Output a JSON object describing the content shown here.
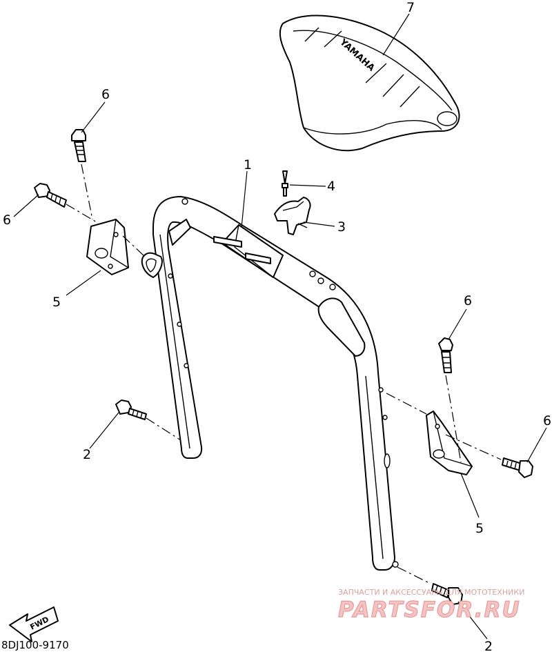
{
  "diagram_code": "8DJ100-9170",
  "seat_brand": "YAMAHA",
  "fwd_label": "FWD",
  "watermark": {
    "subtitle": "ЗАПЧАСТИ И АКСЕССУАРЫ ДЛЯ МОТОТЕХНИКИ",
    "brand": "PARTSFOR.RU"
  },
  "callouts": {
    "c1": "1",
    "c2_left": "2",
    "c2_right": "2",
    "c3": "3",
    "c4": "4",
    "c5_left": "5",
    "c5_right": "5",
    "c6_top": "6",
    "c6_left": "6",
    "c6_mid": "6",
    "c6_right": "6",
    "c7": "7"
  }
}
